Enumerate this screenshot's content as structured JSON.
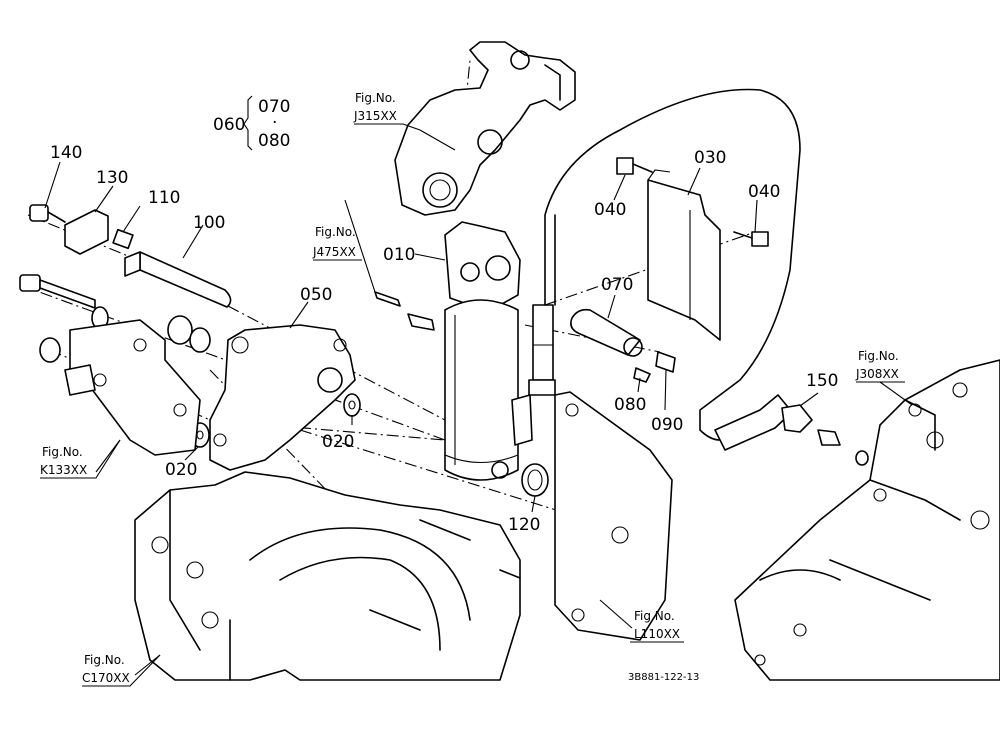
{
  "callouts": {
    "p010": "010",
    "p020a": "020",
    "p020b": "020",
    "p030": "030",
    "p040a": "040",
    "p040b": "040",
    "p050": "050",
    "p060": "060",
    "p070": "070",
    "p070b": "070",
    "p080": "080",
    "p080b": "080",
    "p090": "090",
    "p100": "100",
    "p110": "110",
    "p120": "120",
    "p130": "130",
    "p140": "140",
    "p150": "150",
    "range_dot": "·"
  },
  "fig_refs": [
    {
      "label": "Fig.No.",
      "code": "J315XX"
    },
    {
      "label": "Fig.No.",
      "code": "J475XX"
    },
    {
      "label": "Fig.No.",
      "code": "K133XX"
    },
    {
      "label": "Fig.No.",
      "code": "C170XX"
    },
    {
      "label": "Fig.No.",
      "code": "L110XX"
    },
    {
      "label": "Fig.No.",
      "code": "J308XX"
    }
  ],
  "drawing_code": "3B881-122-13"
}
